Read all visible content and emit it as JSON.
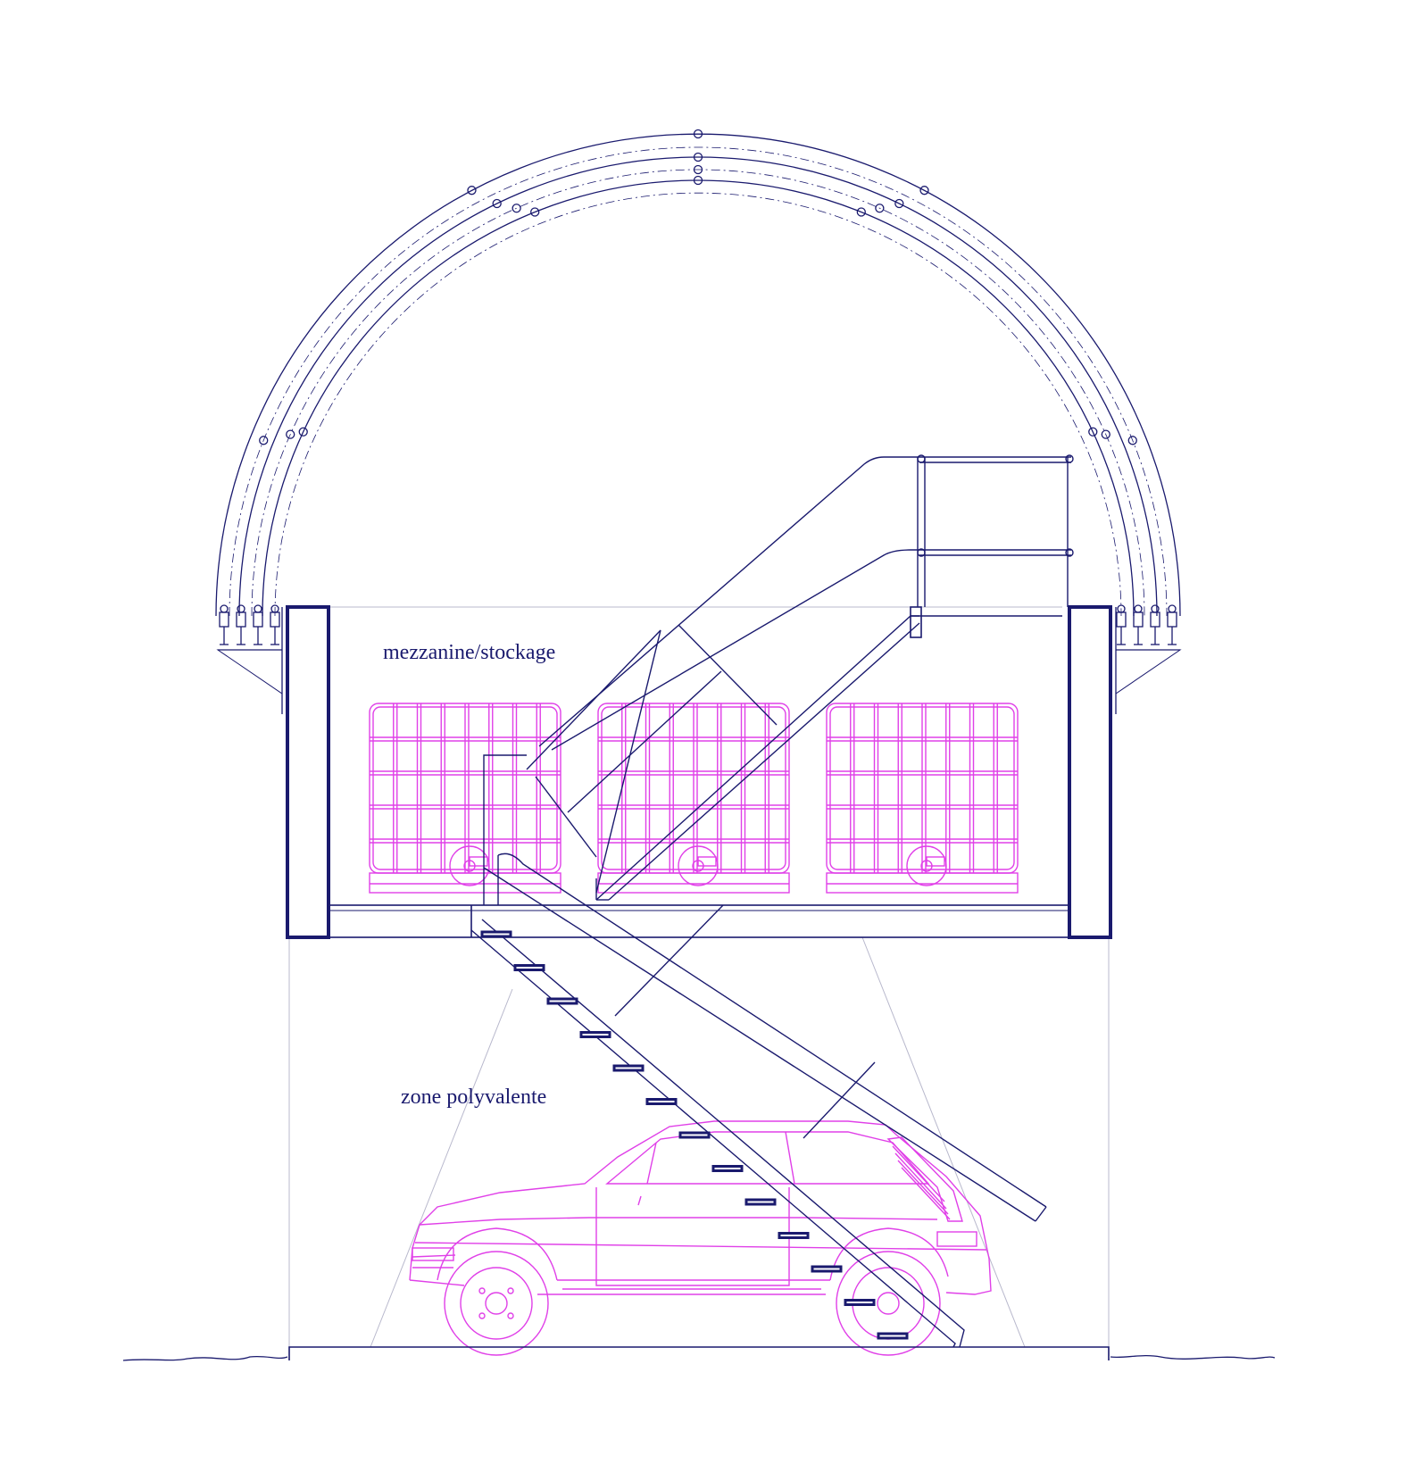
{
  "labels": {
    "mezzanine": "mezzanine/stockage",
    "zone": "zone polyvalente"
  },
  "colors": {
    "structure": "#1a1a6e",
    "furniture": "#e040e8",
    "guide": "#b8b8cc",
    "background": "#ffffff"
  },
  "elements": [
    "arch-roof",
    "side-walls",
    "mezzanine-floor",
    "staircase",
    "platform-railing",
    "ibc-tanks",
    "car",
    "ground"
  ]
}
